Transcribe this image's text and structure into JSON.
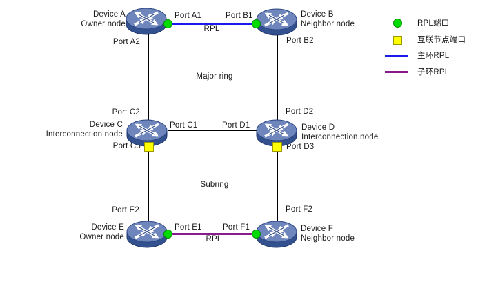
{
  "devices": {
    "a": {
      "name": "Device A",
      "role": "Owner node"
    },
    "b": {
      "name": "Device B",
      "role": "Neighbor node"
    },
    "c": {
      "name": "Device C",
      "role": "Interconnection node"
    },
    "d": {
      "name": "Device D",
      "role": "Interconnection node"
    },
    "e": {
      "name": "Device E",
      "role": "Owner node"
    },
    "f": {
      "name": "Device F",
      "role": "Neighbor node"
    }
  },
  "ports": {
    "a1": "Port A1",
    "a2": "Port A2",
    "b1": "Port B1",
    "b2": "Port B2",
    "c1": "Port C1",
    "c2": "Port C2",
    "c3": "Port C3",
    "d1": "Port D1",
    "d2": "Port D2",
    "d3": "Port D3",
    "e1": "Port E1",
    "e2": "Port E2",
    "f1": "Port F1",
    "f2": "Port F2"
  },
  "rings": {
    "major": "Major ring",
    "subring": "Subring"
  },
  "links": {
    "major_rpl_label": "RPL",
    "subring_rpl_label": "RPL"
  },
  "legend": {
    "items": [
      {
        "icon": "rpl-port-dot",
        "label": "RPL端口",
        "color": "#00dc00"
      },
      {
        "icon": "interconnection-port-square",
        "label": "互联节点端口",
        "color": "#ffff00"
      },
      {
        "icon": "major-ring-rpl-line",
        "label": "主环RPL",
        "color": "#1a1aef"
      },
      {
        "icon": "subring-rpl-line",
        "label": "子环RPL",
        "color": "#8a1b8a"
      }
    ]
  },
  "colors": {
    "major_ring_rpl": "#1a1aef",
    "subring_rpl": "#8a1b8a",
    "rpl_port_fill": "#00dc00",
    "interconnection_port_fill": "#ffff00",
    "plain_link": "#000000",
    "router_body": "#33518f",
    "router_top": "#6f86bd"
  }
}
